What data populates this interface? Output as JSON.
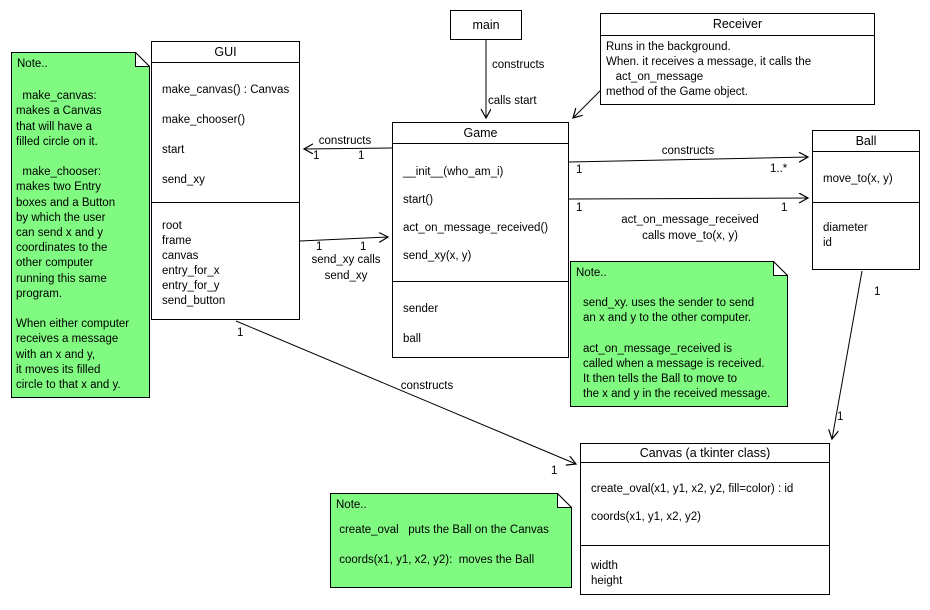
{
  "colors": {
    "note_fill": "#80fa80",
    "line": "#000000",
    "box_fill": "#ffffff"
  },
  "classes": {
    "main": {
      "title": "main"
    },
    "gui": {
      "title": "GUI",
      "methods": [
        "make_canvas() : Canvas",
        "make_chooser()",
        "start",
        "send_xy"
      ],
      "attributes": [
        "root",
        "frame",
        "canvas",
        "entry_for_x",
        "entry_for_y",
        "send_button"
      ]
    },
    "game": {
      "title": "Game",
      "methods": [
        "__init__(who_am_i)",
        "start()",
        "act_on_message_received()",
        "send_xy(x, y)"
      ],
      "attributes": [
        "sender",
        "ball"
      ]
    },
    "receiver": {
      "title": "Receiver",
      "body": "Runs in the background.\nWhen. it receives a message, it calls the\n   act_on_message\nmethod of the Game object."
    },
    "ball": {
      "title": "Ball",
      "methods": [
        "move_to(x, y)"
      ],
      "attributes": [
        "diameter",
        "id"
      ]
    },
    "canvas_cls": {
      "title": "Canvas (a tkinter class)",
      "methods": [
        "create_oval(x1, y1, x2, y2, fill=color) : id",
        "coords(x1, y1, x2, y2)"
      ],
      "attributes": [
        "width",
        "height"
      ]
    }
  },
  "notes": {
    "left": {
      "header": "Note..",
      "body": "\n  make_canvas:\nmakes a Canvas\nthat will have a\nfilled circle on it.\n\n  make_chooser:\nmakes two Entry\nboxes and a Button\nby which the user\ncan send x and y\ncoordinates to the\nother computer\nrunning this same\nprogram.\n\nWhen either computer\nreceives a message\nwith an x and y,\nit moves its filled\ncircle to that x and y."
    },
    "middle": {
      "header": "Note..",
      "body": "send_xy. uses the sender to send\nan x and y to the other computer.\n\nact_on_message_received is\ncalled when a message is received.\nIt then tells the Ball to move to\nthe x and y in the received message."
    },
    "bottom": {
      "header": "Note..",
      "body": " create_oval   puts the Ball on the Canvas\n\n coords(x1, y1, x2, y2):  moves the Ball"
    }
  },
  "edges": {
    "main_game": {
      "constructs": "constructs",
      "calls": "calls start"
    },
    "game_gui": {
      "label": "constructs",
      "m1": "1",
      "m2": "1"
    },
    "gui_game": {
      "label": "send_xy calls\nsend_xy",
      "m1": "1",
      "m2": "1"
    },
    "game_ball_constructs": {
      "label": "constructs",
      "m1": "1",
      "m2": "1..*"
    },
    "game_ball_act": {
      "label": "act_on_message_received\ncalls move_to(x, y)",
      "m1": "1",
      "m2": "1"
    },
    "gui_canvas": {
      "label": "constructs",
      "m1": "1",
      "m2": "1"
    },
    "ball_canvas": {
      "m1": "1",
      "m2": "1"
    }
  }
}
